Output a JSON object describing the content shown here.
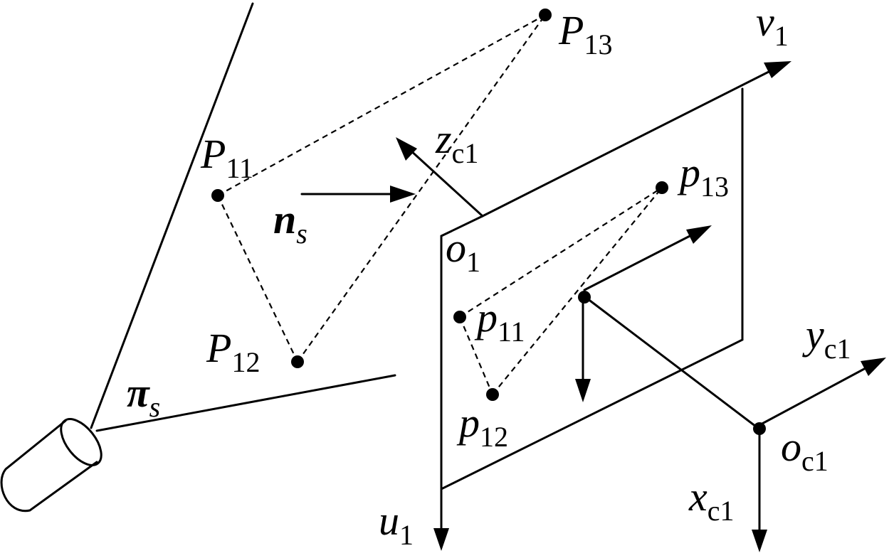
{
  "labels": {
    "P11": {
      "main": "P",
      "sub": "11"
    },
    "P12": {
      "main": "P",
      "sub": "12"
    },
    "P13": {
      "main": "P",
      "sub": "13"
    },
    "p11": {
      "main": "p",
      "sub": "11"
    },
    "p12": {
      "main": "p",
      "sub": "12"
    },
    "p13": {
      "main": "p",
      "sub": "13"
    },
    "v1": {
      "main": "v",
      "sub": "1"
    },
    "u1": {
      "main": "u",
      "sub": "1"
    },
    "o1": {
      "main": "o",
      "sub": "1"
    },
    "zc1": {
      "main": "z",
      "sub": "c1"
    },
    "yc1": {
      "main": "y",
      "sub": "c1"
    },
    "xc1": {
      "main": "x",
      "sub": "c1"
    },
    "oc1": {
      "main": "o",
      "sub": "c1"
    },
    "ns": {
      "main": "n",
      "sub": "s"
    },
    "pis": {
      "main": "π",
      "sub": "s"
    }
  }
}
